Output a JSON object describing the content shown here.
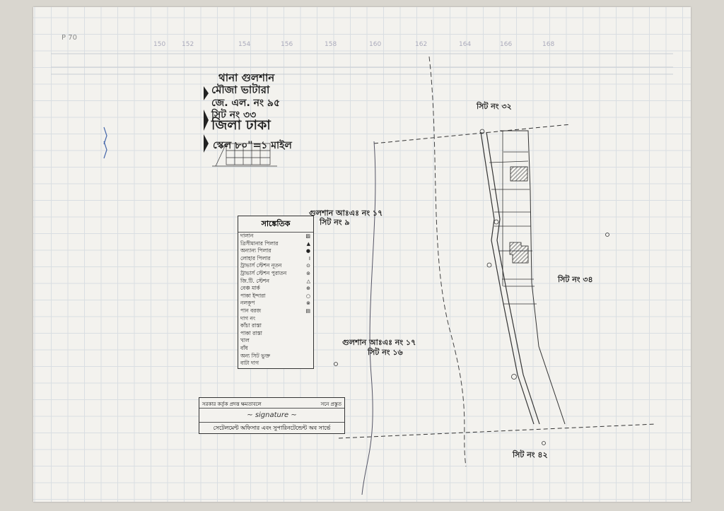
{
  "map": {
    "corner_label": "P 70",
    "top_numbers": [
      "150",
      "152",
      "154",
      "156",
      "158",
      "160",
      "162",
      "164",
      "166",
      "168"
    ],
    "title": {
      "thana": "থানা গুলশান",
      "mouza": "মৌজা ভাটারা",
      "jl_no": "জে. এল. নং ৯৫",
      "sheet_no": "সিট নং ৩৩",
      "district": "জিলা ঢাকা",
      "scale": "স্কেল ৮০\"=১ মাইল"
    },
    "sheet_labels": {
      "sheet_32": "সিট নং ৩২",
      "sheet_34": "সিট নং ৩৪",
      "sheet_42": "সিট নং ৪২",
      "gulshan_upper": "গুলশান আঃএঃ নং ১৭",
      "sheet_9": "সিট নং ৯",
      "gulshan_lower": "গুলশান আঃএঃ নং ১৭",
      "sheet_16": "সিট নং ১৬"
    },
    "legend": {
      "title": "সাঙ্কেতিক",
      "items": [
        "দালান",
        "ত্রিসীমানার পিলার",
        "অন্যান্য পিলার",
        "লোহার পিলার",
        "ট্রাভার্স স্টেশন নূতন",
        "ট্রাভার্স স্টেশন পুরাতন",
        "জি.টি. স্টেশন",
        "বেঞ্চ মার্ক",
        "পাকা ইন্দারা",
        "নলকূপ",
        "পান বরজ",
        "দাগ নং",
        "কাঁচা রাস্তা",
        "পাকা রাস্তা",
        "খাল",
        "বাঁধ",
        "অন্য সিট ভুক্ত",
        "বাটা দাগ"
      ]
    },
    "settlement": {
      "line1": "সরকার কর্তৃক প্রদত্ত ক্ষমতাবলে",
      "line1_tail": "সনে প্রস্তুত",
      "line3": "সেটেলমেন্ট অফিসার এবং সুপারিনটেন্ডেন্ট অব সার্ভে"
    },
    "colors": {
      "paper": "#f3f2ee",
      "grid": "#d9dee2",
      "ink": "#222222"
    }
  }
}
